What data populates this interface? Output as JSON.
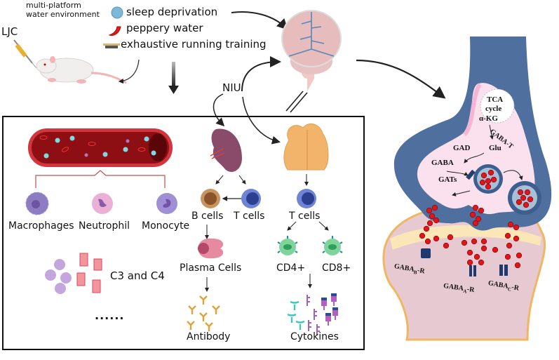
{
  "header": {
    "drug_label": "LJC",
    "model_intro": "multi-platform\nwater environment",
    "model_intro_line1": "multi-platform",
    "model_intro_line2": "water environment",
    "stressors": [
      {
        "icon": "water-droplet-icon",
        "label": "sleep deprivation"
      },
      {
        "icon": "chili-pepper-icon",
        "label": "peppery water"
      },
      {
        "icon": "treadmill-icon",
        "label": "exhaustive running training"
      }
    ],
    "niu_label": "NIU"
  },
  "immune_box": {
    "blood_vessel_cells": [
      {
        "label": "Macrophages",
        "color": "#8e7cc3"
      },
      {
        "label": "Neutrophil",
        "color": "#e6a8d7"
      },
      {
        "label": "Monocyte",
        "color": "#a18fd6"
      }
    ],
    "complement_label": "C3 and C4",
    "ellipsis": "......",
    "spleen_branch": {
      "b_cells": "B cells",
      "t_cells": "T cells",
      "plasma_cells": "Plasma Cells",
      "antibody": "Antibody"
    },
    "thymus_branch": {
      "t_cells": "T cells",
      "cd4": "CD4+",
      "cd8": "CD8+",
      "cytokines": "Cytokines"
    }
  },
  "synapse": {
    "tca": "TCA\ncycle",
    "tca_line1": "TCA",
    "tca_line2": "cycle",
    "akg": "α-KG",
    "gaba_t": "GABA-T",
    "gad": "GAD",
    "glu": "Glu",
    "gaba": "GABA",
    "gats": "GATs",
    "receptors": {
      "b": {
        "base": "GABA",
        "sub": "B",
        "suffix": "-R"
      },
      "a": {
        "base": "GABA",
        "sub": "A",
        "suffix": "-R"
      },
      "c": {
        "base": "GABA",
        "sub": "C",
        "suffix": "-R"
      }
    }
  },
  "colors": {
    "neuron_blue": "#4f6f9f",
    "neuron_pink": "#fbe0ee",
    "postsynaptic": "#e7c9d2",
    "cleft_yellow": "#fbe6b8",
    "vesicle_red": "#e0151c",
    "vessel_red": "#b3171f",
    "thymus_orange": "#f2b36a",
    "spleen_purple": "#8a4b6b",
    "t_cell_blue": "#5b6fc9",
    "b_cell_brown": "#a8703c",
    "antibody_gold": "#e0a23a",
    "cd_cell_green": "#6cc68a"
  }
}
